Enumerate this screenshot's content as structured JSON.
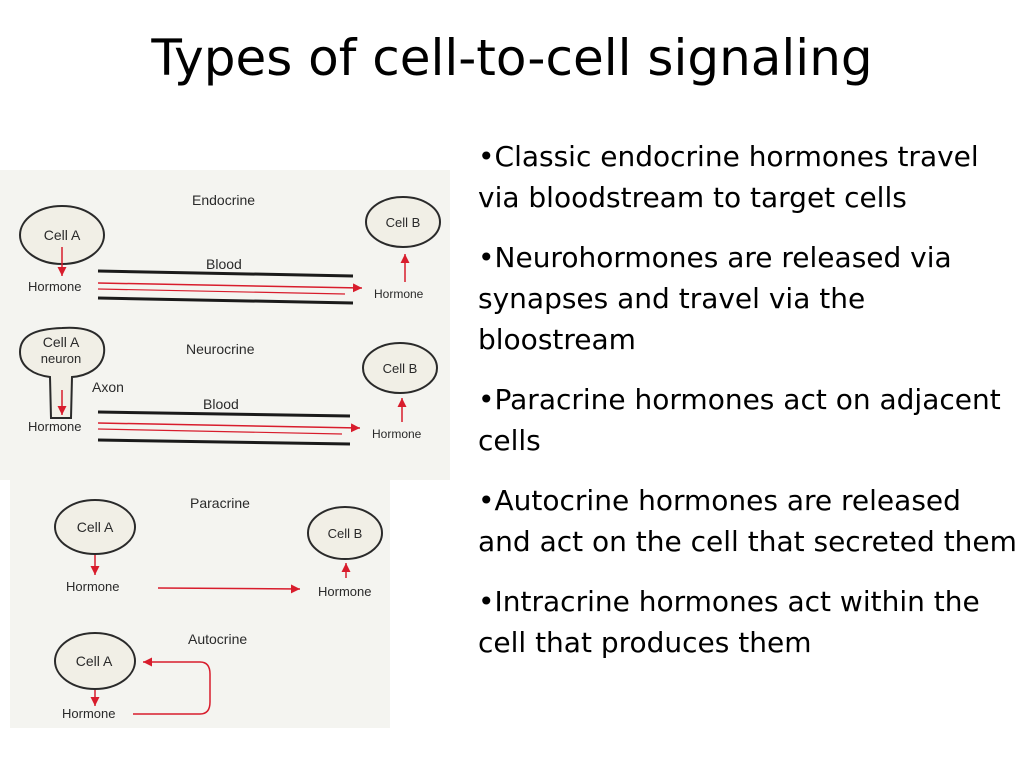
{
  "title": "Types of cell-to-cell signaling",
  "diagram": {
    "endocrine": {
      "heading": "Endocrine",
      "cell_a": "Cell A",
      "cell_b": "Cell B",
      "blood": "Blood",
      "hormone_left": "Hormone",
      "hormone_right": "Hormone"
    },
    "neurocrine": {
      "heading": "Neurocrine",
      "cell_a_line1": "Cell A",
      "cell_a_line2": "neuron",
      "axon": "Axon",
      "cell_b": "Cell B",
      "blood": "Blood",
      "hormone_left": "Hormone",
      "hormone_right": "Hormone"
    },
    "paracrine": {
      "heading": "Paracrine",
      "cell_a": "Cell A",
      "cell_b": "Cell B",
      "hormone_left": "Hormone",
      "hormone_right": "Hormone"
    },
    "autocrine": {
      "heading": "Autocrine",
      "cell_a": "Cell A",
      "hormone": "Hormone"
    },
    "colors": {
      "arrow": "#d81c2c",
      "cell_fill": "#f1efe6",
      "outline": "#2a2a2a",
      "panel_bg": "#f4f4f0"
    }
  },
  "bullets": [
    "•Classic endocrine hormones travel via bloodstream to target cells",
    "•Neurohormones are released via synapses and travel via the bloostream",
    "•Paracrine hormones act on adjacent cells",
    "•Autocrine hormones are released and act on the cell that secreted them",
    "•Intracrine hormones act within the cell that produces them"
  ]
}
